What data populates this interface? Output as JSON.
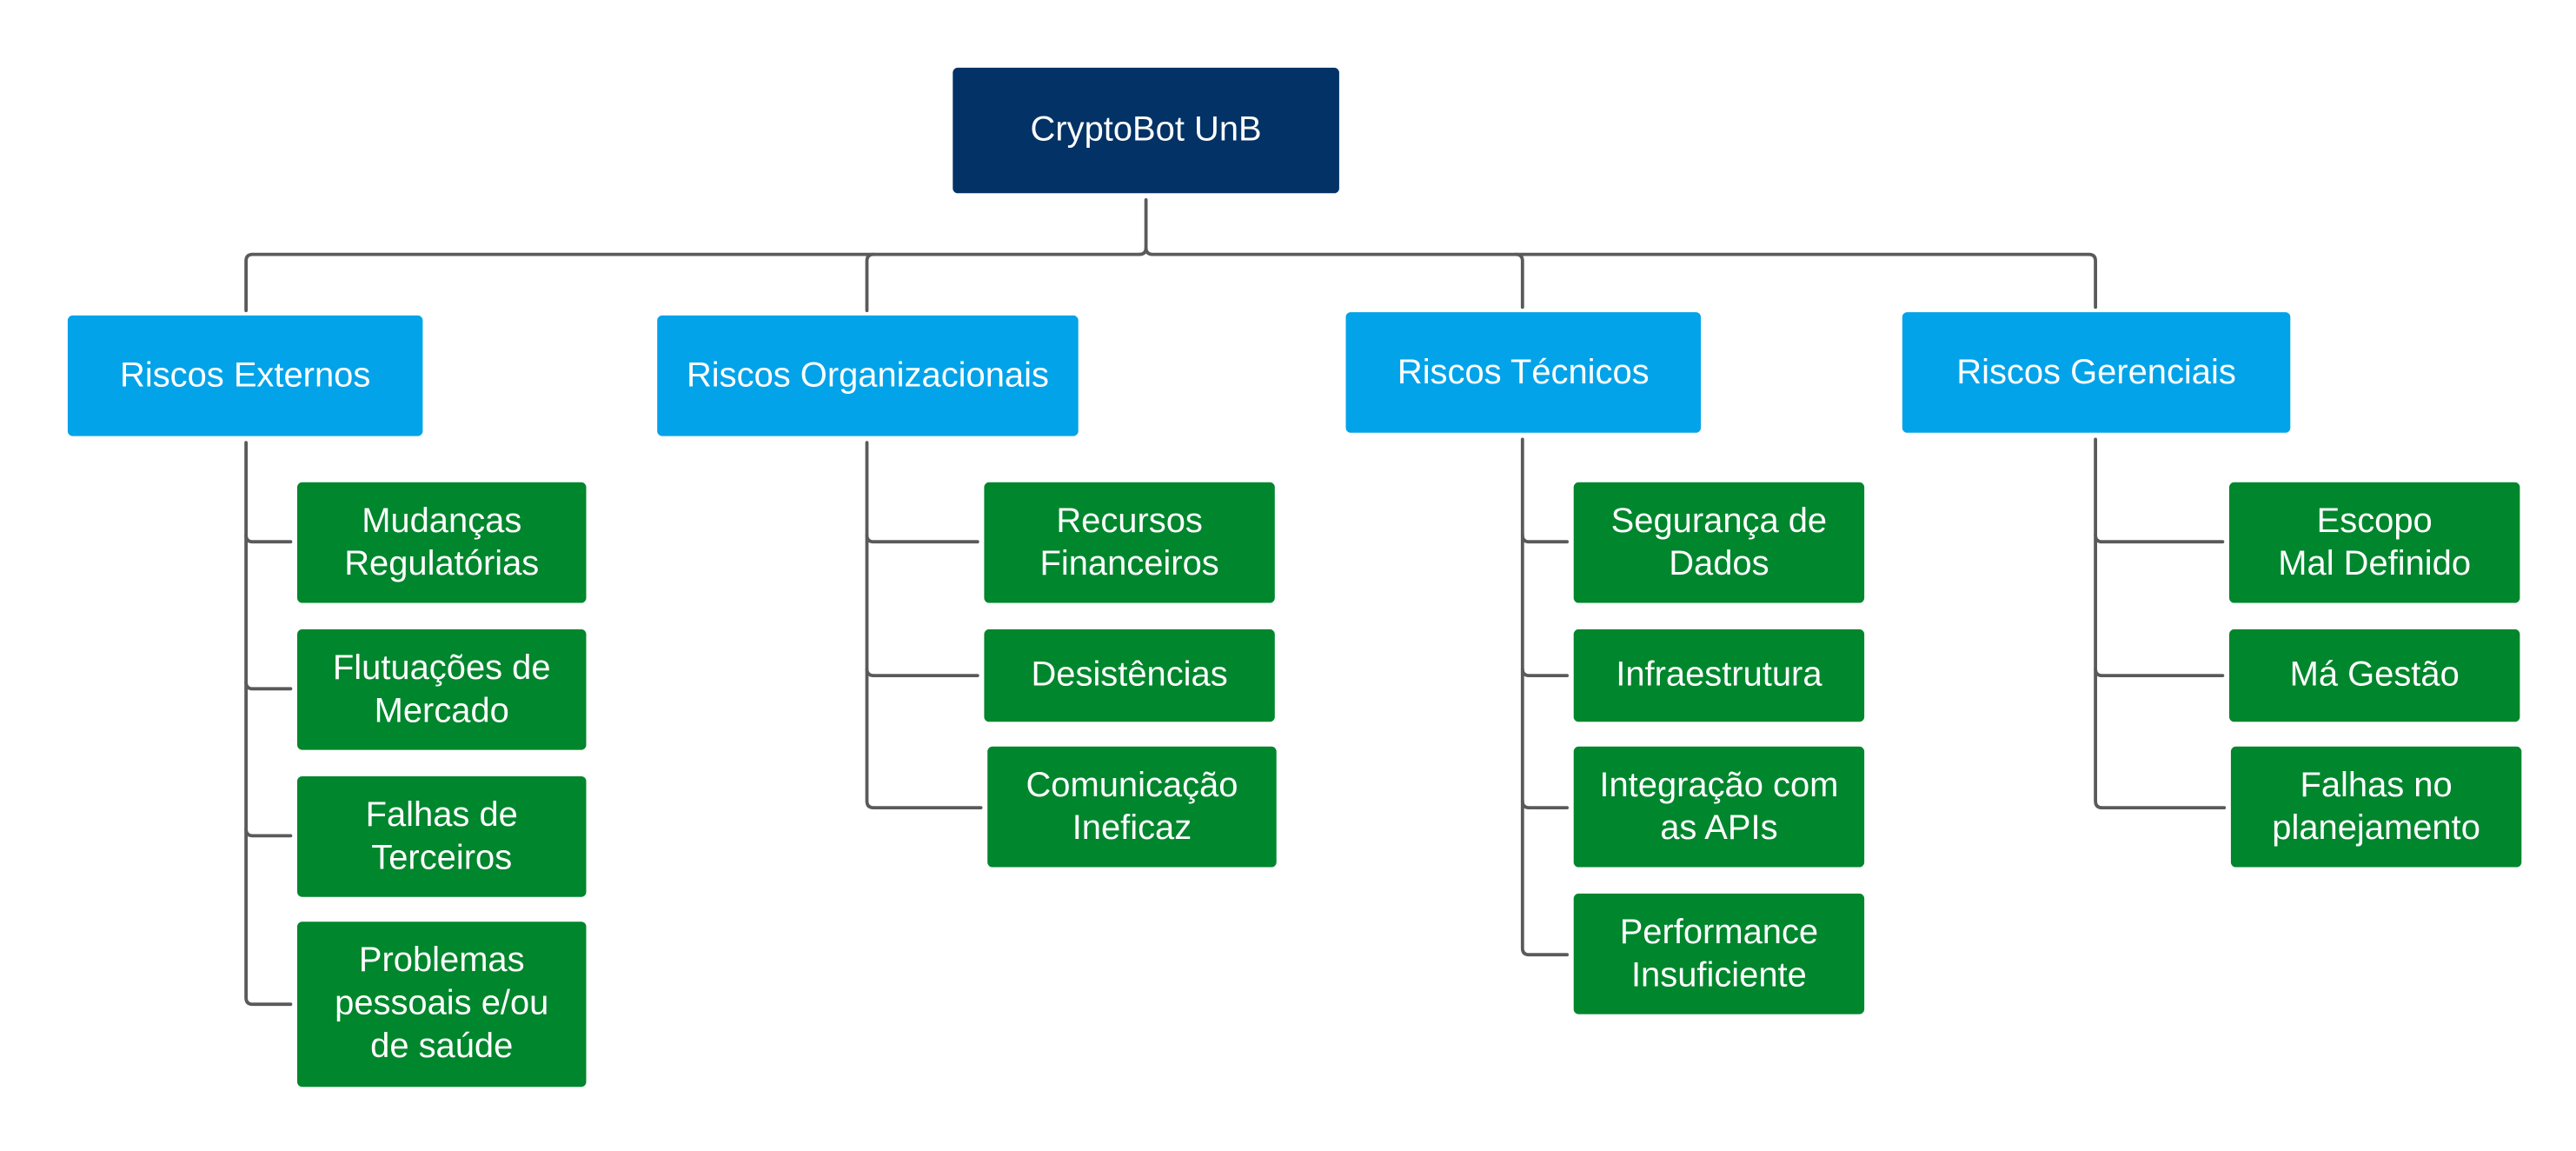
{
  "diagram": {
    "root": {
      "label": "CryptoBot UnB"
    },
    "colors": {
      "root": "#033266",
      "category": "#03a3e9",
      "risk": "#00862c",
      "connector": "#5a5a5a"
    },
    "categories": [
      {
        "label": "Riscos Externos",
        "risks": [
          "Mudanças\nRegulatórias",
          "Flutuações de\nMercado",
          "Falhas de\nTerceiros",
          "Problemas\npessoais e/ou\nde saúde"
        ]
      },
      {
        "label": "Riscos Organizacionais",
        "risks": [
          "Recursos\nFinanceiros",
          "Desistências",
          "Comunicação\nIneficaz"
        ]
      },
      {
        "label": "Riscos Técnicos",
        "risks": [
          "Segurança de\nDados",
          "Infraestrutura",
          "Integração com\nas APIs",
          "Performance\nInsuficiente"
        ]
      },
      {
        "label": "Riscos Gerenciais",
        "risks": [
          "Escopo\nMal Definido",
          "Má Gestão",
          "Falhas no\nplanejamento"
        ]
      }
    ]
  }
}
